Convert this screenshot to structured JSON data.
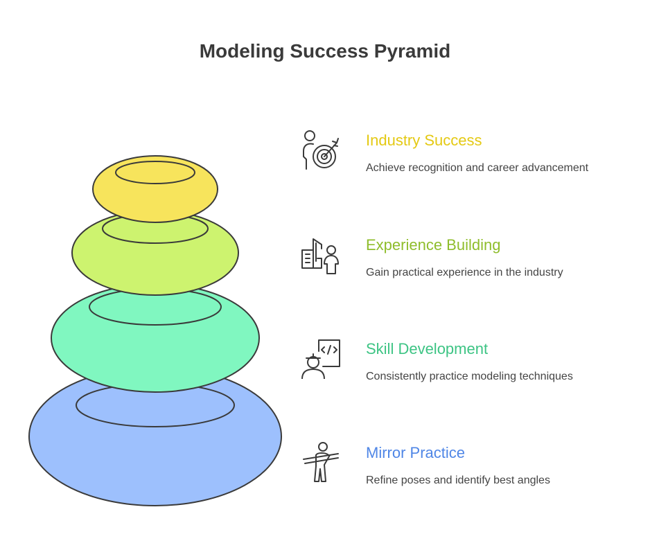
{
  "title": "Modeling Success Pyramid",
  "colors": {
    "outline": "#3a3a3a",
    "industry": "#f7e45c",
    "experience": "#cdf36f",
    "skill": "#80f7c0",
    "mirror": "#9dc0fd",
    "industry_text": "#e4c913",
    "experience_text": "#8fbd2c",
    "skill_text": "#3dc484",
    "mirror_text": "#4f86e6"
  },
  "stages": [
    {
      "heading": "Industry Success",
      "description": "Achieve recognition and career advancement",
      "icon": "person-target-icon"
    },
    {
      "heading": "Experience Building",
      "description": "Gain practical experience in the industry",
      "icon": "person-buildings-icon"
    },
    {
      "heading": "Skill Development",
      "description": "Consistently practice modeling techniques",
      "icon": "person-code-icon"
    },
    {
      "heading": "Mirror Practice",
      "description": "Refine poses and identify best angles",
      "icon": "person-mirror-icon"
    }
  ]
}
